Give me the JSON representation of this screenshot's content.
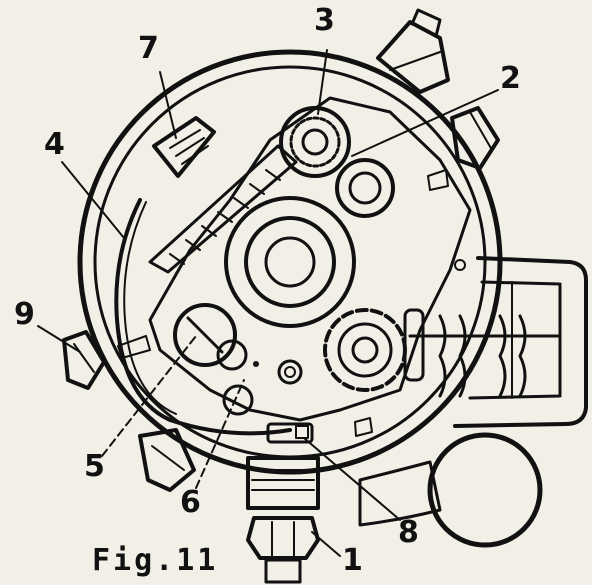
{
  "figure": {
    "caption": "Fig.11",
    "callouts": {
      "c1": "1",
      "c2": "2",
      "c3": "3",
      "c4": "4",
      "c5": "5",
      "c6": "6",
      "c7": "7",
      "c8": "8",
      "c9": "9"
    }
  },
  "colors": {
    "ink": "#111111",
    "paper": "#f1efe6"
  }
}
